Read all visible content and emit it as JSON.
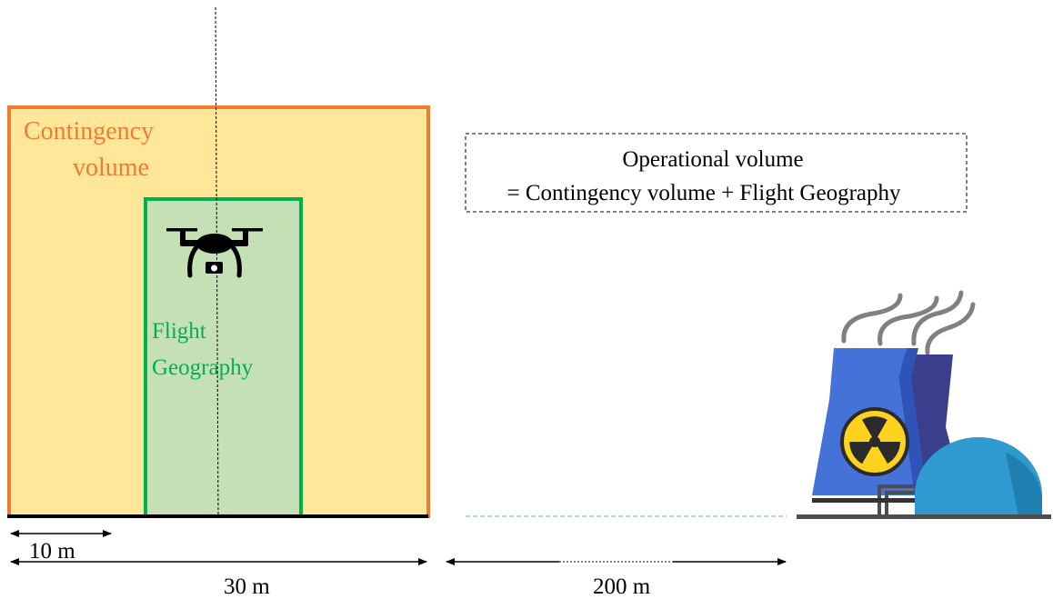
{
  "contingency_volume": {
    "label_line1": "Contingency",
    "label_line2": "volume",
    "color": "#ED7D31",
    "fill": "#FFE699"
  },
  "flight_geography": {
    "label_line1": "Flight",
    "label_line2": "Geography",
    "color": "#00B050",
    "fill": "#C5E0B4"
  },
  "operational_volume_box": {
    "line1": "Operational volume",
    "line2": "= Contingency volume + Flight Geography"
  },
  "dimensions": {
    "small": "10 m",
    "medium": "30 m",
    "large": "200 m"
  },
  "icons": {
    "drone": "drone-with-camera-icon",
    "facility": "nuclear-power-plant-icon"
  },
  "colors": {
    "text": "#000000",
    "ground_dashed": "#9DC3E6",
    "reactor_blue": "#4472D9",
    "radiation_yellow": "#FFD21F",
    "dome": "#2E9AD0"
  }
}
